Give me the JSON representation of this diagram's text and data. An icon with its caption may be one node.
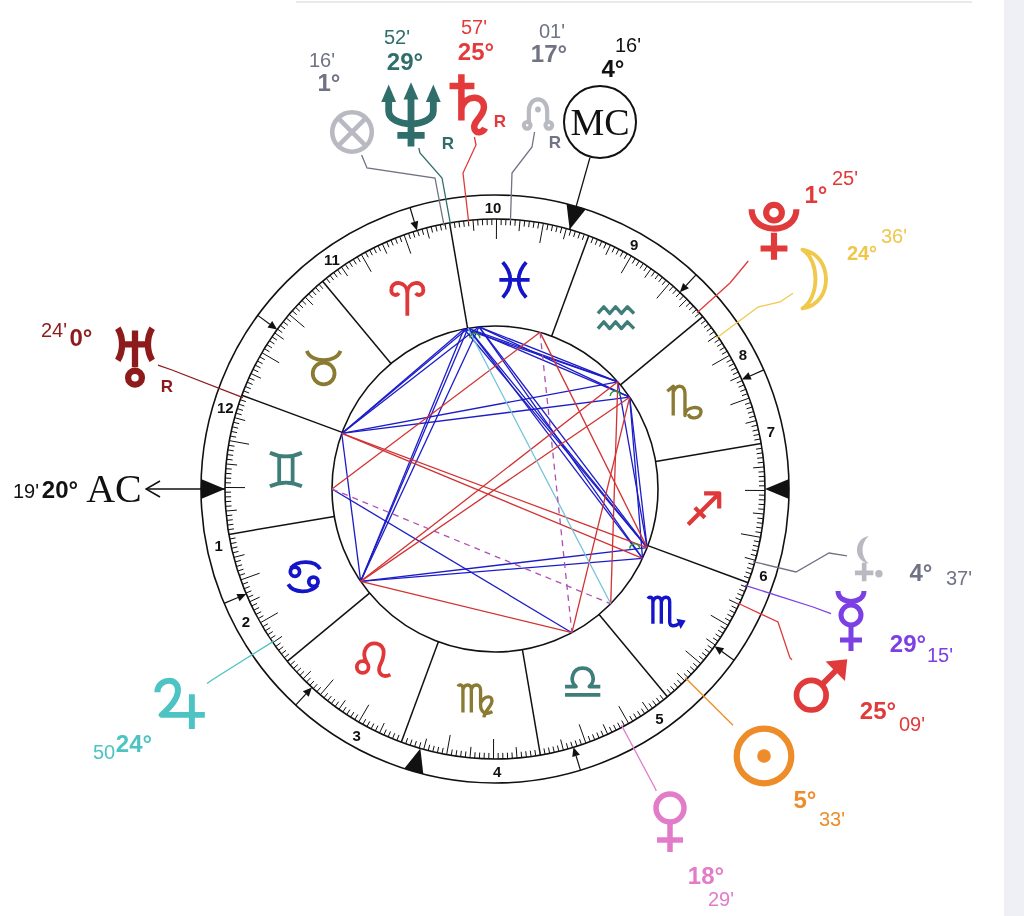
{
  "diagram": {
    "nodes": [
      {
        "text": [],
        "shape": "symbol",
        "beside": [
          "16'",
          "1°"
        ]
      },
      {
        "text": [],
        "shape": "symbol",
        "beside": [
          "52'",
          "29°",
          "R"
        ]
      },
      {
        "text": [],
        "shape": "symbol",
        "beside": [
          "57'",
          "25°",
          "R"
        ]
      },
      {
        "text": [],
        "shape": "symbol",
        "beside": [
          "01'",
          "17°",
          "R"
        ]
      },
      {
        "text": [
          "MC"
        ],
        "beside": [
          "16'",
          "4°"
        ]
      },
      {
        "text": [],
        "shape": "symbol",
        "beside": [
          "1°",
          "25'"
        ]
      },
      {
        "text": [],
        "shape": "symbol",
        "beside": [
          "24°",
          "36'"
        ]
      },
      {
        "text": [],
        "shape": "symbol",
        "beside": [
          "24'",
          "0°",
          "R"
        ]
      },
      {
        "text": [
          "AC"
        ],
        "beside": [
          "19'",
          "20°"
        ]
      },
      {
        "text": [],
        "shape": "symbol",
        "beside": [
          "4°",
          "37'"
        ]
      },
      {
        "text": [],
        "shape": "symbol",
        "beside": [
          "29°",
          "15'"
        ]
      },
      {
        "text": [],
        "shape": "symbol",
        "beside": [
          "25°",
          "09'"
        ]
      },
      {
        "text": [],
        "shape": "symbol",
        "beside": [
          "50",
          "24°"
        ]
      },
      {
        "text": [],
        "shape": "symbol",
        "beside": [
          "5°",
          "33'"
        ]
      },
      {
        "text": [],
        "shape": "symbol",
        "beside": [
          "18°",
          "29'"
        ]
      }
    ],
    "edges": [
      {
        "from": 0,
        "to": null,
        "arrow": "none",
        "color": "#6f7383"
      },
      {
        "from": 1,
        "to": null,
        "arrow": "none",
        "color": "#2f6e6a"
      },
      {
        "from": 2,
        "to": null,
        "arrow": "none",
        "color": "#e03a3a"
      },
      {
        "from": 3,
        "to": null,
        "arrow": "none",
        "color": "#6f7383"
      },
      {
        "from": 4,
        "to": null,
        "arrow": "to",
        "color": "#111111"
      },
      {
        "from": 5,
        "to": null,
        "arrow": "none",
        "color": "#e03a3a"
      },
      {
        "from": 6,
        "to": null,
        "arrow": "none",
        "color": "#f0c84c"
      },
      {
        "from": 7,
        "to": null,
        "arrow": "none",
        "color": "#8d1b1b"
      },
      {
        "from": null,
        "to": 8,
        "arrow": "both",
        "color": "#111111"
      },
      {
        "from": 9,
        "to": null,
        "arrow": "none",
        "color": "#6f7383"
      },
      {
        "from": 10,
        "to": null,
        "arrow": "none",
        "color": "#7b3fe4"
      },
      {
        "from": 11,
        "to": null,
        "arrow": "none",
        "color": "#e03a3a"
      },
      {
        "from": 12,
        "to": null,
        "arrow": "none",
        "color": "#4dc3c3"
      },
      {
        "from": 13,
        "to": null,
        "arrow": "none",
        "color": "#ef8c2a"
      },
      {
        "from": 14,
        "to": null,
        "arrow": "none",
        "color": "#e27cc8"
      }
    ],
    "labels": [
      "10",
      "9",
      "11",
      "8",
      "12",
      "7",
      "1",
      "6",
      "2",
      "5",
      "3",
      "4"
    ]
  }
}
